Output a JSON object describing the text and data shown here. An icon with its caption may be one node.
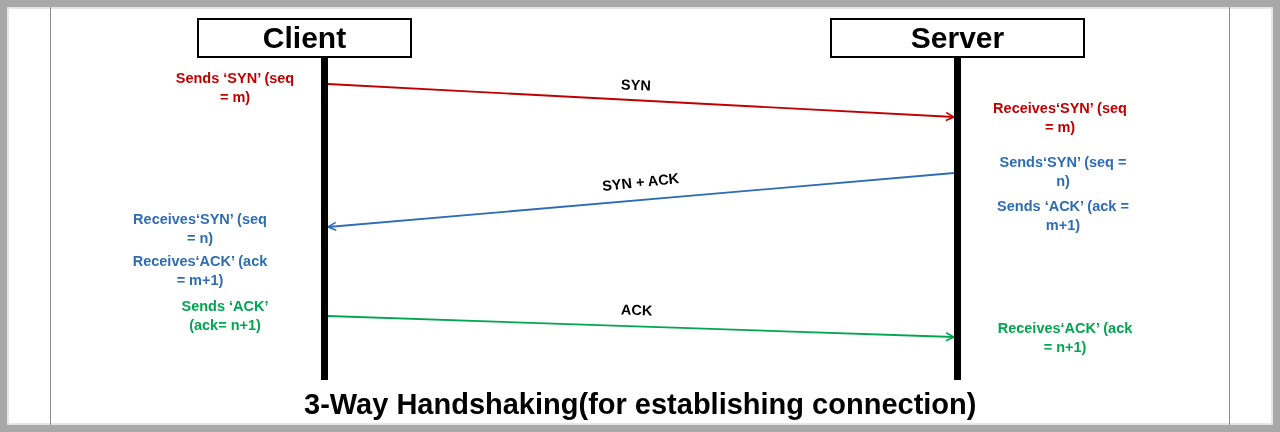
{
  "diagram": {
    "caption": "3-Way Handshaking(for establishing connection)",
    "nodes": [
      {
        "text": [
          "Client"
        ]
      },
      {
        "text": [
          "Server"
        ]
      },
      {
        "text": [],
        "shape": "bar"
      },
      {
        "text": [],
        "shape": "bar"
      }
    ],
    "edges": [
      {
        "from": 2,
        "to": 3,
        "arrow": "to",
        "label": "SYN",
        "color": "#c00000"
      },
      {
        "from": 3,
        "to": 2,
        "arrow": "to",
        "label": "SYN + ACK",
        "color": "#2e6db4"
      },
      {
        "from": 2,
        "to": 3,
        "arrow": "to",
        "label": "ACK",
        "color": "#00a650"
      }
    ],
    "labels": [
      "Sends ‘SYN’ (seq = m)",
      "Receives‘SYN’ (seq = m)",
      "Sends‘SYN’ (seq = n)",
      "Receives‘SYN’ (seq = n)",
      "Sends ‘ACK’ (ack = m+1)",
      "Receives‘ACK’ (ack = m+1)",
      "Sends ‘ACK’ (ack= n+1)",
      "Receives‘ACK’ (ack = n+1)"
    ]
  }
}
